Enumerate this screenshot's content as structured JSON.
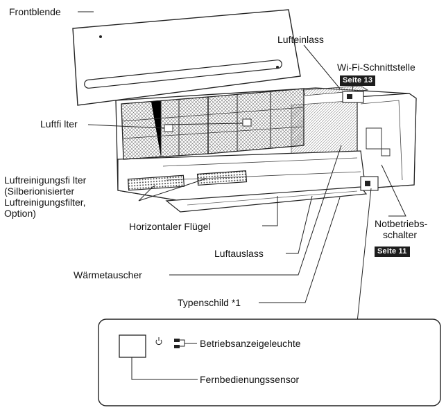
{
  "labels": {
    "frontblende": "Frontblende",
    "lufteinlass": "Lufteinlass",
    "wifi": "Wi-Fi-Schnittstelle",
    "wifi_ref": "Seite 13",
    "luftfilter": "Luftfi lter",
    "reinigungsfilter_lines": [
      "Luftreinigungsfi lter",
      "(Silberionisierter",
      "Luftreinigungsfilter,",
      "Option)"
    ],
    "horizontaler_fluegel": "Horizontaler Flügel",
    "luftauslass": "Luftauslass",
    "waermetauscher": "Wärmetauscher",
    "typenschild": "Typenschild *1",
    "notbetrieb_lines": [
      "Notbetriebs-",
      "schalter"
    ],
    "notbetrieb_ref": "Seite 11",
    "betriebsanzeige": "Betriebsanzeigeleuchte",
    "fernbedienungssensor": "Fernbedienungssensor"
  },
  "colors": {
    "line": "#222222",
    "tag_bg": "#1d1d1d",
    "filter_mesh": "#555555",
    "panel_fill": "#ffffff"
  },
  "icons": {
    "power": "power-symbol-icon",
    "led": "indicator-led-icon"
  }
}
